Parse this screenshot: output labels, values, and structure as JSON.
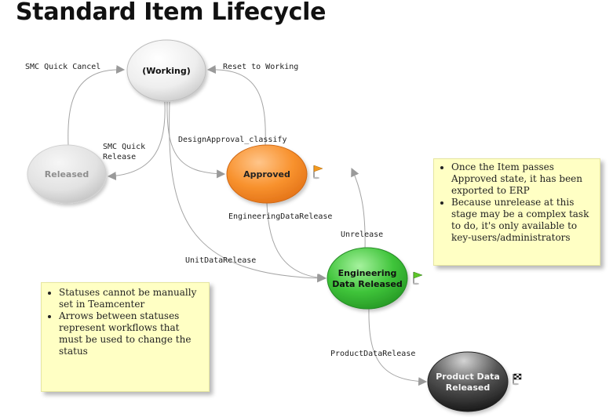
{
  "title": "Standard Item Lifecycle",
  "states": {
    "working": "(Working)",
    "released": "Released",
    "approved": "Approved",
    "engineering_data_released": [
      "Engineering",
      "Data Released"
    ],
    "product_data_released": [
      "Product Data",
      "Released"
    ]
  },
  "transitions": {
    "smc_quick_cancel": "SMC Quick Cancel",
    "reset_to_working": "Reset to Working",
    "smc_quick_release": [
      "SMC Quick",
      "Release"
    ],
    "design_approval_classify": "DesignApproval_classify",
    "engineering_data_release": "EngineeringDataRelease",
    "unrelease": "Unrelease",
    "unit_data_release": "UnitDataRelease",
    "product_data_release": "ProductDataRelease"
  },
  "notes": {
    "erp_note": [
      "Once the Item passes Approved state, it has been exported to ERP",
      "Because unrelease at this stage may be a complex task to do, it's only available to key-users/administrators"
    ],
    "status_note": [
      "Statuses cannot be manually set in Teamcenter",
      "Arrows between statuses represent workflows that must be used to change the status"
    ]
  },
  "colors": {
    "working": "#e4e4e4",
    "released": "#dcdcdc",
    "approved": "#f0842a",
    "engineering_data_released": "#35b833",
    "product_data_released": "#2a2a2a",
    "note_background": "#ffffc4",
    "arrow": "#9a9a9a"
  },
  "icons": {
    "approved": "orange-flag-icon",
    "engineering_data_released": "green-flag-icon",
    "product_data_released": "checkered-flag-icon"
  }
}
